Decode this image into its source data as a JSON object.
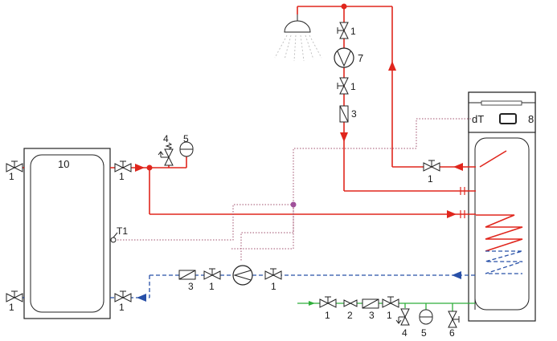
{
  "labels": {
    "storage_tank": "10",
    "heat_pump": "8",
    "dt_sensor": "dT",
    "t1_sensor": "T1",
    "valve": "1",
    "check_valve": "2",
    "filter": "3",
    "safety_valve": "4",
    "expansion_vessel": "5",
    "drain_valve": "6",
    "pump": "7"
  },
  "colors": {
    "hot_line": "#e0261d",
    "cold_line": "#2850a8",
    "control_line": "#a0506e",
    "fresh_water_line": "#2fae3a"
  }
}
